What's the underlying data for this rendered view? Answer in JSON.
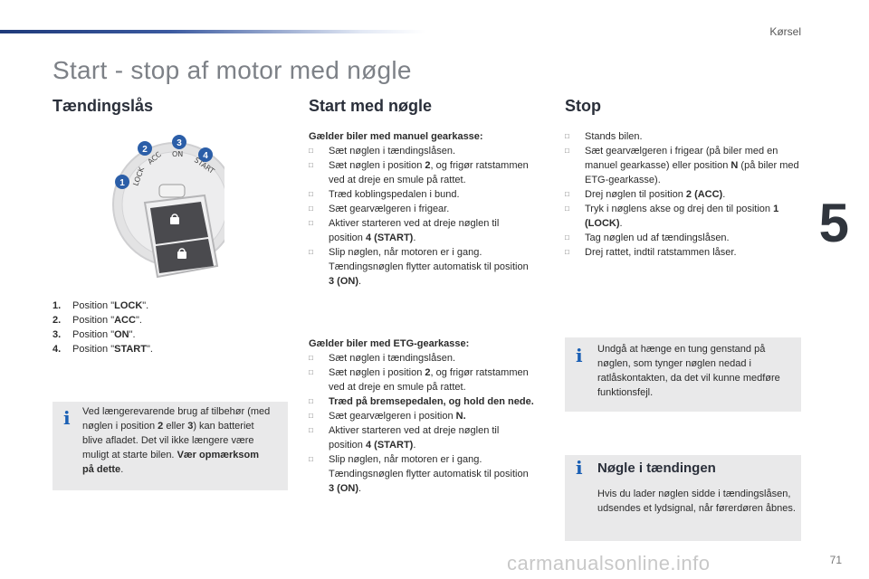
{
  "header": {
    "section": "Kørsel",
    "chapter": "5",
    "page_number": "71"
  },
  "title": "Start - stop af motor med nøgle",
  "col1": {
    "heading": "Tændingslås",
    "figure_labels": [
      "1",
      "2",
      "3",
      "4"
    ],
    "positions": [
      {
        "num": "1.",
        "pre": "Position \"",
        "val": "LOCK",
        "post": "\"."
      },
      {
        "num": "2.",
        "pre": "Position \"",
        "val": "ACC",
        "post": "\"."
      },
      {
        "num": "3.",
        "pre": "Position \"",
        "val": "ON",
        "post": "\"."
      },
      {
        "num": "4.",
        "pre": "Position \"",
        "val": "START",
        "post": "\"."
      }
    ],
    "note": {
      "t1": "Ved længerevarende brug af tilbehør (med nøglen i position ",
      "b1": "2",
      "t2": " eller ",
      "b2": "3",
      "t3": ") kan batteriet blive afladet. Det vil ikke længere være muligt at starte bilen. ",
      "b3": "Vær opmærksom på dette",
      "t4": "."
    }
  },
  "col2": {
    "heading": "Start med nøgle",
    "manual": {
      "title": "Gælder biler med manuel gearkasse:",
      "i1": "Sæt nøglen i tændingslåsen.",
      "i2a": "Sæt nøglen i position ",
      "i2b": "2",
      "i2c": ", og frigør ratstammen ved at dreje en smule på rattet.",
      "i3": "Træd koblingspedalen i bund.",
      "i4": "Sæt gearvælgeren i frigear.",
      "i5a": "Aktiver starteren ved at dreje nøglen til position ",
      "i5b": "4 (START)",
      "i5c": ".",
      "i6a": "Slip nøglen, når motoren er i gang. Tændingsnøglen flytter automatisk til position ",
      "i6b": "3 (ON)",
      "i6c": "."
    },
    "etg": {
      "title": "Gælder biler med ETG-gearkasse:",
      "i1": "Sæt nøglen i tændingslåsen.",
      "i2a": "Sæt nøglen i position ",
      "i2b": "2",
      "i2c": ", og frigør ratstammen ved at dreje en smule på rattet.",
      "i3": "Træd på bremsepedalen, og hold den nede.",
      "i4a": "Sæt gearvælgeren i position ",
      "i4b": "N.",
      "i5a": "Aktiver starteren ved at dreje nøglen til position ",
      "i5b": "4 (START)",
      "i5c": ".",
      "i6a": "Slip nøglen, når motoren er i gang. Tændingsnøglen flytter automatisk til position ",
      "i6b": "3 (ON)",
      "i6c": "."
    }
  },
  "col3": {
    "heading": "Stop",
    "i1": "Stands bilen.",
    "i2a": "Sæt gearvælgeren i frigear (på biler med en manuel gearkasse) eller position ",
    "i2b": "N",
    "i2c": " (på biler med ETG-gearkasse).",
    "i3a": "Drej nøglen til position ",
    "i3b": "2 (ACC)",
    "i3c": ".",
    "i4a": "Tryk i nøglens akse og drej den til position ",
    "i4b": "1 (LOCK)",
    "i4c": ".",
    "i5": "Tag nøglen ud af tændingslåsen.",
    "i6": "Drej rattet, indtil ratstammen låser.",
    "note1": "Undgå at hænge en tung genstand på nøglen, som tynger nøglen nedad i ratlåskontakten, da det vil kunne medføre funktionsfejl.",
    "note2": {
      "title": "Nøgle i tændingen",
      "text": "Hvis du lader nøglen sidde i tændingslåsen, udsendes et lydsignal, når førerdøren åbnes."
    }
  },
  "footer": {
    "watermark": "carmanualsonline.info"
  },
  "colors": {
    "accent": "#1a5fb4",
    "note_bg": "#e9e9ea",
    "title": "#7d8187"
  }
}
